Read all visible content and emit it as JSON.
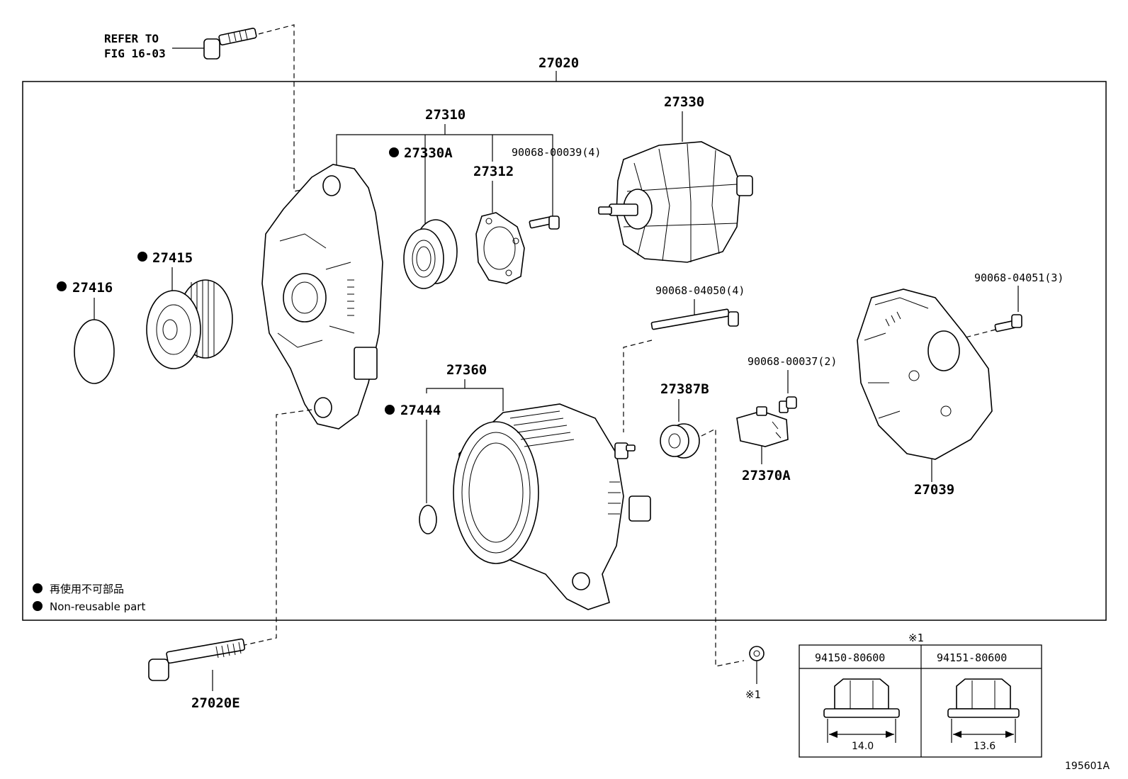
{
  "refer": {
    "line1": "REFER TO",
    "line2": "FIG 16-03"
  },
  "assembly_number": "27020",
  "parts": {
    "p27310": "27310",
    "p27330A": "27330A",
    "p27312": "27312",
    "p90068_00039": "90068-00039(4)",
    "p27330": "27330",
    "p27415": "27415",
    "p27416": "27416",
    "p90068_04050": "90068-04050(4)",
    "p90068_04051": "90068-04051(3)",
    "p90068_00037": "90068-00037(2)",
    "p27360": "27360",
    "p27444": "27444",
    "p27387B": "27387B",
    "p27370A": "27370A",
    "p27039": "27039",
    "p27020E": "27020E"
  },
  "legend": {
    "japanese": "再使用不可部品",
    "english": "Non-reusable part"
  },
  "ref_mark": "※1",
  "nut_table": {
    "title": "※1",
    "col1": {
      "part": "94150-80600",
      "dimension": "14.0"
    },
    "col2": {
      "part": "94151-80600",
      "dimension": "13.6"
    }
  },
  "illustration_id": "195601A"
}
